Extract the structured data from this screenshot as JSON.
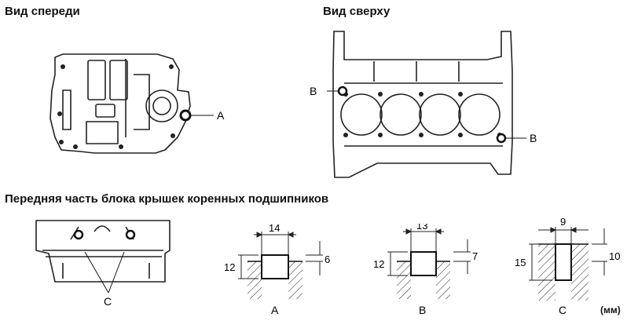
{
  "headings": {
    "front_view": "Вид спереди",
    "top_view": "Вид сверху",
    "bearing_cap": "Передняя часть блока крышек коренных подшипников"
  },
  "callouts": {
    "a": "A",
    "b_left": "B",
    "b_right": "B",
    "c": "C"
  },
  "details": [
    {
      "label": "A",
      "width": "14",
      "depth": "6",
      "total": "12"
    },
    {
      "label": "B",
      "width": "13",
      "depth": "7",
      "total": "12"
    },
    {
      "label": "C",
      "width": "9",
      "depth": "10",
      "total": "15"
    }
  ],
  "unit": "(мм)"
}
